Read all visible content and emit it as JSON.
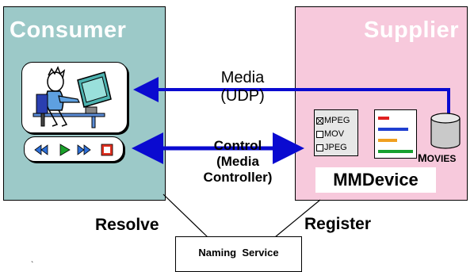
{
  "consumer": {
    "title": "Consumer"
  },
  "supplier": {
    "title": "Supplier"
  },
  "links": {
    "media": {
      "line1": "Media",
      "line2": "(UDP)"
    },
    "control": {
      "line1": "Control",
      "line2": "(Media",
      "line3": "Controller)"
    }
  },
  "device": {
    "name": "MMDevice",
    "formats": [
      {
        "label": "MPEG",
        "checked": true
      },
      {
        "label": "MOV",
        "checked": false
      },
      {
        "label": "JPEG",
        "checked": false
      }
    ],
    "storage": {
      "cap": "M",
      "rest": "OVIES"
    }
  },
  "naming": {
    "resolve": "Resolve",
    "register": "Register",
    "service": "Naming  Service"
  },
  "stray_mark": "`",
  "colors": {
    "consumer_bg": "#9cc9c8",
    "supplier_bg": "#f7c9dc",
    "arrow": "#0a0ad0",
    "button_blue": "#2d6fd8",
    "play_green": "#1aa12a",
    "stop_red": "#e03020"
  }
}
